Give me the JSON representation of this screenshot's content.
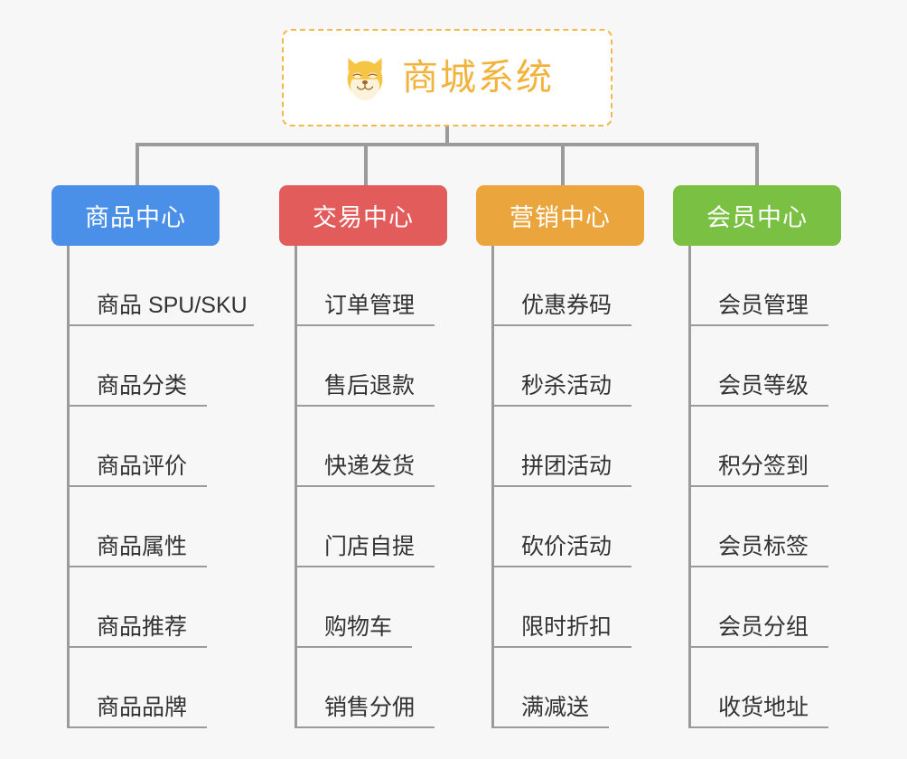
{
  "background_color": "#f7f7f7",
  "root": {
    "title": "商城系统",
    "title_color": "#f2b33d",
    "border_color": "#f0b94a",
    "icon": "shiba-dog-icon"
  },
  "connector_color": "#9b9b9b",
  "branches": [
    {
      "label": "商品中心",
      "color": "#4a90e8",
      "items": [
        "商品 SPU/SKU",
        "商品分类",
        "商品评价",
        "商品属性",
        "商品推荐",
        "商品品牌"
      ]
    },
    {
      "label": "交易中心",
      "color": "#e25c5c",
      "items": [
        "订单管理",
        "售后退款",
        "快递发货",
        "门店自提",
        "购物车",
        "销售分佣"
      ]
    },
    {
      "label": "营销中心",
      "color": "#eaa63c",
      "items": [
        "优惠券码",
        "秒杀活动",
        "拼团活动",
        "砍价活动",
        "限时折扣",
        "满减送"
      ]
    },
    {
      "label": "会员中心",
      "color": "#7ac143",
      "items": [
        "会员管理",
        "会员等级",
        "积分签到",
        "会员标签",
        "会员分组",
        "收货地址"
      ]
    }
  ]
}
